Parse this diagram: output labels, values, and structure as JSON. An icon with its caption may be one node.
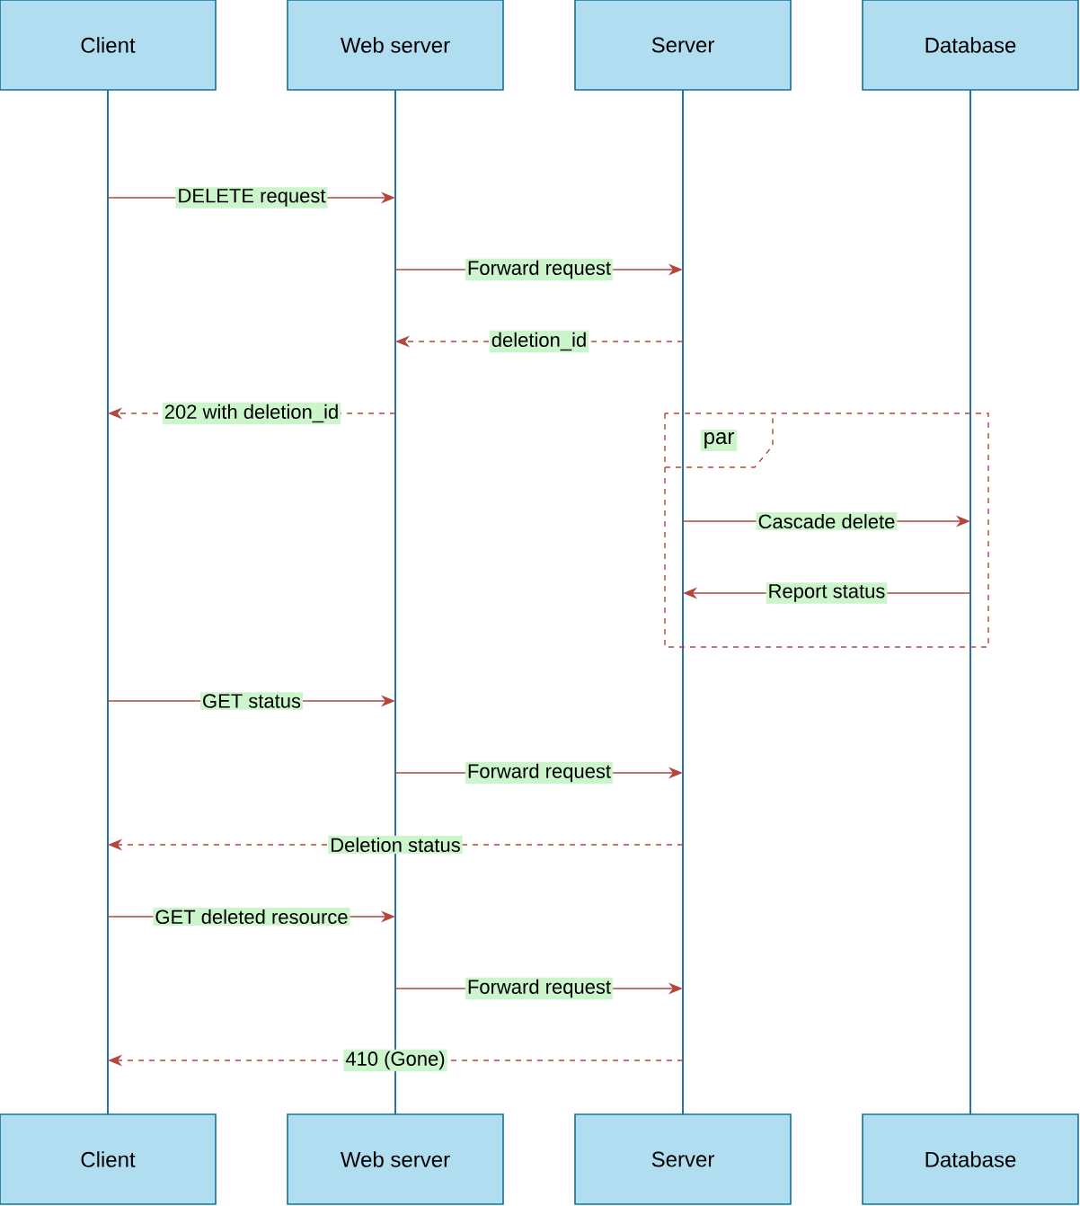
{
  "diagram": {
    "nodes": [
      {
        "text": [
          "Client"
        ]
      },
      {
        "text": [
          "Web server"
        ]
      },
      {
        "text": [
          "Server"
        ]
      },
      {
        "text": [
          "Database"
        ]
      },
      {
        "text": [
          "Client"
        ]
      },
      {
        "text": [
          "Web server"
        ]
      },
      {
        "text": [
          "Server"
        ]
      },
      {
        "text": [
          "Database"
        ]
      },
      {
        "text": [],
        "shape": "bar"
      },
      {
        "text": [],
        "shape": "bar"
      },
      {
        "text": [],
        "shape": "bar"
      },
      {
        "text": [],
        "shape": "bar"
      },
      {
        "text": [
          "par"
        ]
      }
    ],
    "edges": [
      {
        "from": 8,
        "to": 9,
        "arrow": "to",
        "label": "DELETE request"
      },
      {
        "from": 9,
        "to": 10,
        "arrow": "to",
        "label": "Forward request"
      },
      {
        "from": 10,
        "to": 9,
        "arrow": "to",
        "label": "deletion_id",
        "style": "dashed"
      },
      {
        "from": 9,
        "to": 8,
        "arrow": "to",
        "label": "202 with deletion_id",
        "style": "dashed"
      },
      {
        "from": 10,
        "to": 11,
        "arrow": "to",
        "label": "Cascade delete"
      },
      {
        "from": 11,
        "to": 10,
        "arrow": "to",
        "label": "Report status"
      },
      {
        "from": 8,
        "to": 9,
        "arrow": "to",
        "label": "GET status"
      },
      {
        "from": 9,
        "to": 10,
        "arrow": "to",
        "label": "Forward request"
      },
      {
        "from": 10,
        "to": 8,
        "arrow": "to",
        "label": "Deletion status",
        "style": "dashed"
      },
      {
        "from": 8,
        "to": 9,
        "arrow": "to",
        "label": "GET deleted resource"
      },
      {
        "from": 9,
        "to": 10,
        "arrow": "to",
        "label": "Forward request"
      },
      {
        "from": 10,
        "to": 8,
        "arrow": "to",
        "label": "410 (Gone)",
        "style": "dashed"
      }
    ]
  }
}
